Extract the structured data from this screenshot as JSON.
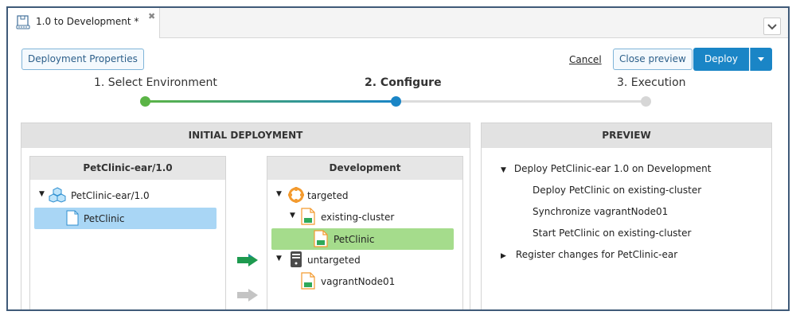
{
  "tab": {
    "title": "1.0 to Development",
    "modified_marker": "*"
  },
  "header": {
    "deployment_properties": "Deployment Properties",
    "cancel": "Cancel",
    "close_preview": "Close preview",
    "deploy": "Deploy"
  },
  "steps": [
    {
      "label": "1. Select Environment",
      "state": "done"
    },
    {
      "label": "2. Configure",
      "state": "current"
    },
    {
      "label": "3. Execution",
      "state": "pending"
    }
  ],
  "initial_deployment": {
    "title": "INITIAL DEPLOYMENT",
    "left": {
      "title": "PetClinic-ear/1.0",
      "root": "PetClinic-ear/1.0",
      "child": "PetClinic"
    },
    "right": {
      "title": "Development",
      "targeted": "targeted",
      "cluster": "existing-cluster",
      "deployed": "PetClinic",
      "untargeted": "untargeted",
      "node": "vagrantNode01"
    }
  },
  "preview": {
    "title": "PREVIEW",
    "root": "Deploy PetClinic-ear 1.0 on Development",
    "steps": [
      "Deploy PetClinic on existing-cluster",
      "Synchronize vagrantNode01",
      "Start PetClinic on existing-cluster"
    ],
    "collapsed": "Register changes for PetClinic-ear"
  },
  "colors": {
    "accent": "#1a85c6",
    "step_done": "#5bb446",
    "step_current": "#1a85c6",
    "step_pending": "#d0d0d0",
    "selected_row": "#a9d6f5",
    "deployed_row": "#a5dc8c"
  }
}
